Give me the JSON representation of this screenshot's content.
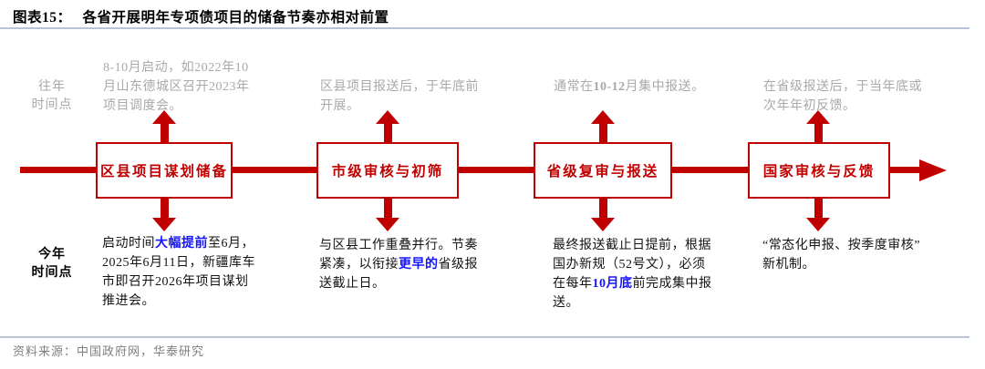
{
  "title": {
    "prefix": "图表15：",
    "text": "各省开展明年专项债项目的储备节奏亦相对前置"
  },
  "colors": {
    "accent_red": "#C00000",
    "gray_text": "#A9A9A9",
    "highlight_blue": "#1414FF",
    "rule_blue": "#B8C4D6",
    "source_gray": "#7F7F7F"
  },
  "row_labels": {
    "past": "往年\n时间点",
    "current": "今年\n时间点"
  },
  "stages": [
    {
      "label": "区县项目谋划储备",
      "past_note": [
        {
          "text": "8-10月启动，如2022年10月山东德城区召开2023年项目调度会。"
        }
      ],
      "current_note": [
        {
          "text": "启动时间"
        },
        {
          "text": "大幅提前",
          "em": true
        },
        {
          "text": "至6月，2025年6月11日，新疆库车市即召开2026年项目谋划推进会。"
        }
      ]
    },
    {
      "label": "市级审核与初筛",
      "past_note": [
        {
          "text": "区县项目报送后，于年底前开展。"
        }
      ],
      "current_note": [
        {
          "text": "与区县工作重叠并行。节奏紧凑，以衔接"
        },
        {
          "text": "更早的",
          "em": true
        },
        {
          "text": "省级报送截止日。"
        }
      ]
    },
    {
      "label": "省级复审与报送",
      "past_note": [
        {
          "text": "通常在"
        },
        {
          "text": "10-12",
          "strong": true
        },
        {
          "text": "月集中报送。"
        }
      ],
      "current_note": [
        {
          "text": "最终报送截止日提前，根据国办新规（52号文），必须在每年"
        },
        {
          "text": "10月底",
          "em": true
        },
        {
          "text": "前完成集中报送。"
        }
      ]
    },
    {
      "label": "国家审核与反馈",
      "past_note": [
        {
          "text": "在省级报送后，于当年底或次年年初反馈。"
        }
      ],
      "current_note": [
        {
          "text": "“常态化申报、按季度审核” 新机制。"
        }
      ]
    }
  ],
  "source": "资料来源：中国政府网，华泰研究"
}
